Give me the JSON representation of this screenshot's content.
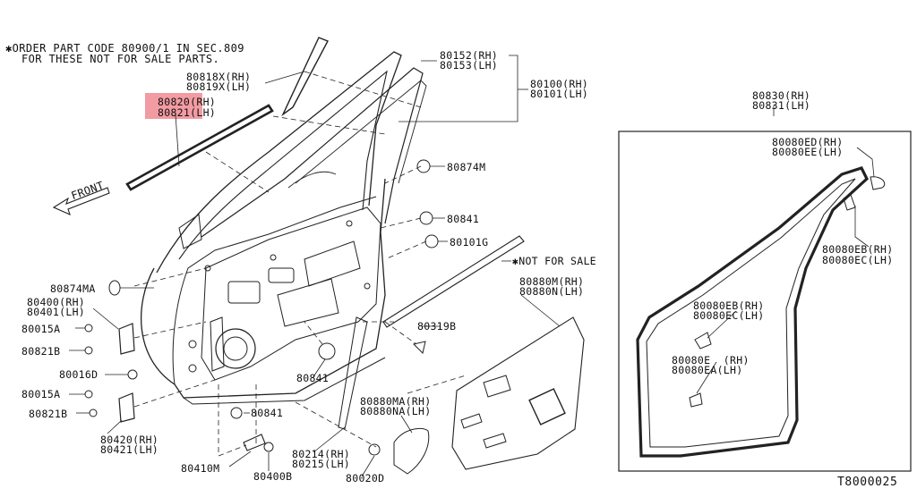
{
  "note": {
    "line1": "✱ORDER PART CODE 80900/1 IN SEC.809",
    "line2": "FOR THESE NOT FOR SALE PARTS."
  },
  "front_label": "FRONT",
  "not_for_sale": "✱NOT FOR SALE",
  "diagram_code": "T8000025",
  "highlight_color": "#f08a92",
  "parts": {
    "p80818": [
      "80818X(RH)",
      "80819X(LH)"
    ],
    "p80820": [
      "80820(RH)",
      "80821(LH)"
    ],
    "p80152": [
      "80152(RH)",
      "80153(LH)"
    ],
    "p80100": [
      "80100(RH)",
      "80101(LH)"
    ],
    "p80874M": "80874M",
    "p80841a": "80841",
    "p80101G": "80101G",
    "p80874MA": "80874MA",
    "p80400": [
      "80400(RH)",
      "80401(LH)"
    ],
    "p80015Aa": "80015A",
    "p80821Ba": "80821B",
    "p80016D": "80016D",
    "p80015Ab": "80015A",
    "p80821Bb": "80821B",
    "p80420": [
      "80420(RH)",
      "80421(LH)"
    ],
    "p80410M": "80410M",
    "p80400B": "80400B",
    "p80841b": "80841",
    "p80841c": "80841",
    "p80214": [
      "80214(RH)",
      "80215(LH)"
    ],
    "p80020D": "80020D",
    "p80880MA": [
      "80880MA(RH)",
      "80880NA(LH)"
    ],
    "p80880M": [
      "80880M(RH)",
      "80880N(LH)"
    ],
    "p80319B": "80319B",
    "p80830": [
      "80830(RH)",
      "80831(LH)"
    ],
    "p80080ED": [
      "80080ED(RH)",
      "80080EE(LH)"
    ],
    "p80080EB1": [
      "80080EB(RH)",
      "80080EC(LH)"
    ],
    "p80080EB2": [
      "80080EB(RH)",
      "80080EC(LH)"
    ],
    "p80080E": [
      "80080E  (RH)",
      "80080EA(LH)"
    ]
  }
}
